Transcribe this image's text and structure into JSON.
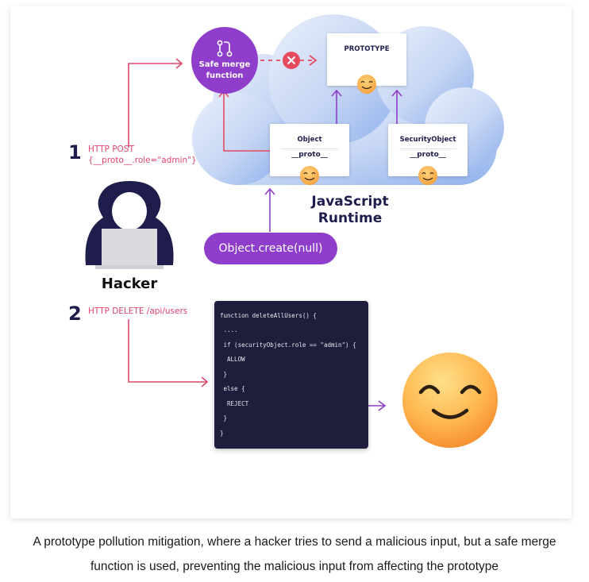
{
  "steps": {
    "one": {
      "number": "1",
      "request_method": "HTTP POST",
      "payload": "{__proto__.role=\"admin\"}"
    },
    "two": {
      "number": "2",
      "request": "HTTP DELETE /api/users"
    }
  },
  "actor": {
    "label": "Hacker"
  },
  "merge": {
    "line1": "Safe merge",
    "line2": "function"
  },
  "prototype_box": {
    "title": "PROTOTYPE"
  },
  "object_box": {
    "title": "Object",
    "proto": "__proto__"
  },
  "security_box": {
    "title": "SecurityObject",
    "proto": "__proto__"
  },
  "runtime": {
    "line1": "JavaScript",
    "line2": "Runtime"
  },
  "create_call": {
    "label": "Object.create(null)"
  },
  "code": {
    "lines": [
      "function deleteAllUsers() {",
      " ....",
      " if (securityObject.role == \"admin\") {",
      "  ALLOW",
      " }",
      " else {",
      "  REJECT",
      " }",
      "}"
    ]
  },
  "caption": {
    "line1": "A prototype pollution mitigation, where a hacker tries to send a malicious input, but a safe merge",
    "line2": "function is used, preventing the malicious input from affecting the prototype"
  },
  "colors": {
    "pink_arrow": "#e0466c",
    "purple": "#8f3ecb",
    "dark_navy": "#1e1d4c",
    "code_bg": "#1e1e3c",
    "block_red": "#e64a5e",
    "cloud_light": "#dde7f8",
    "cloud_dark": "#93b2ec"
  },
  "icons": [
    "git-merge-icon",
    "blocked-x-icon",
    "hacker-icon",
    "smiley-face-icon",
    "large-smiley-icon"
  ]
}
